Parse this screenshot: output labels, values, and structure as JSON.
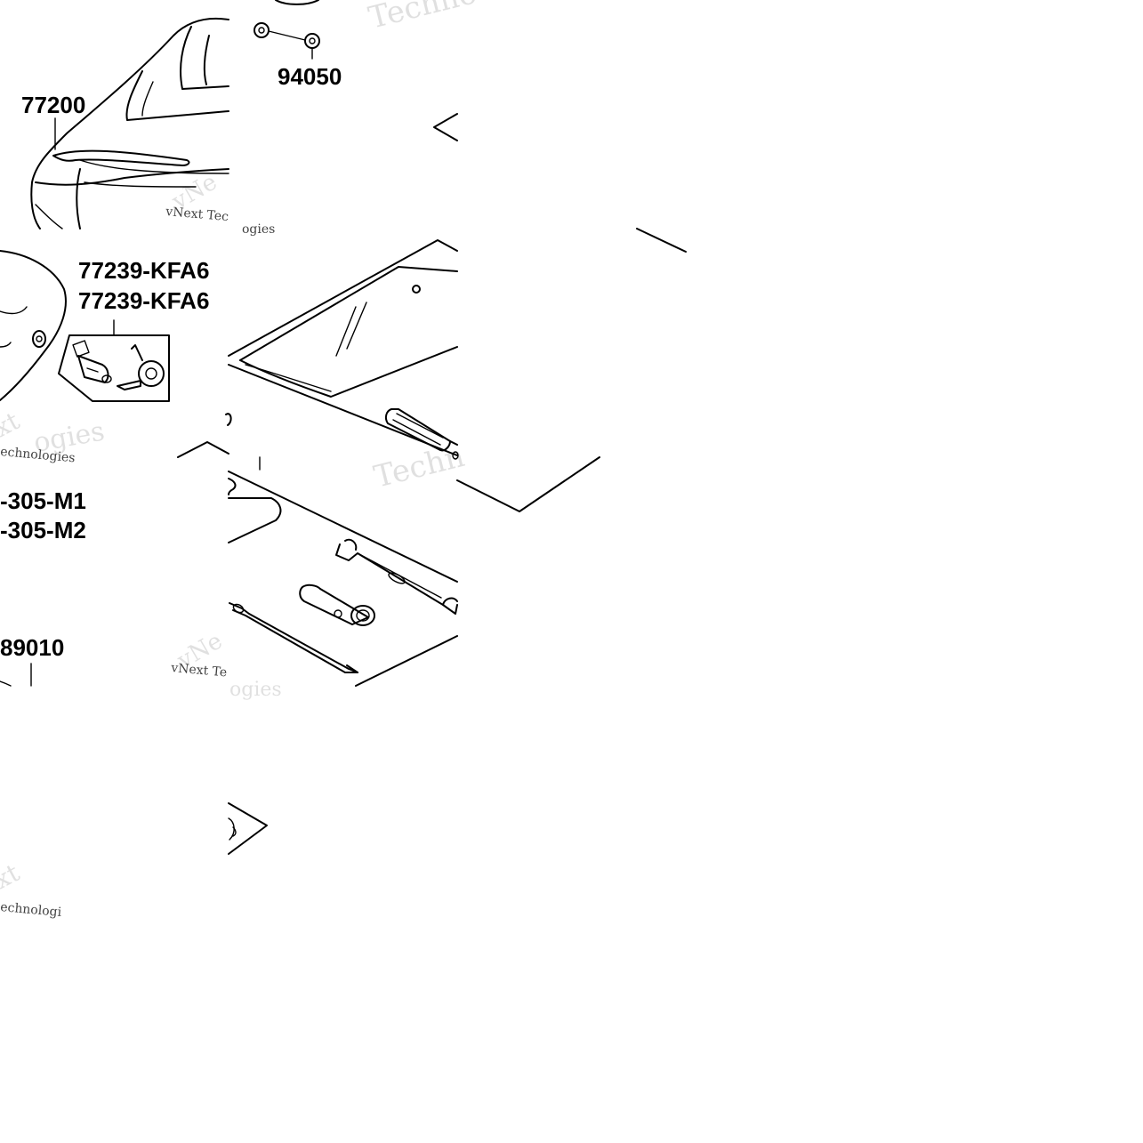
{
  "labels": {
    "seat": "77200",
    "nut": "94050",
    "lock_set_a": "77239-KFA6",
    "lock_set_b": "77239-KFA6",
    "tool_a": "-305-M1",
    "tool_b": "-305-M2",
    "tool_bag": "89010"
  },
  "watermarks": {
    "w1": "Techno",
    "w2": "vNext Tec",
    "w3": "ogies",
    "w4": "Techn",
    "w5": "echnologies",
    "w6": "vNext Te",
    "w7": "echnologi",
    "w8": "xt",
    "w9": "vNe",
    "w10": "vNe"
  }
}
